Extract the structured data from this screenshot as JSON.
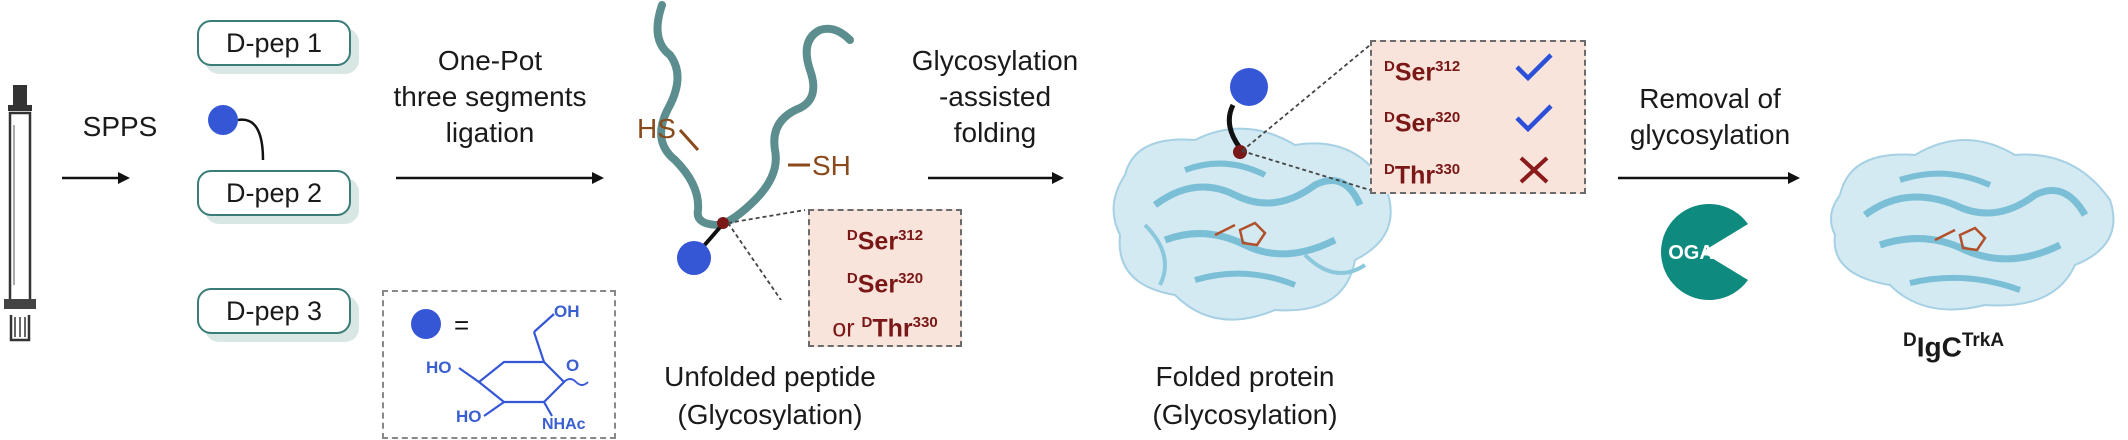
{
  "steps": {
    "spps": "SPPS",
    "ligation_line1": "One-Pot",
    "ligation_line2": "three segments",
    "ligation_line3": "ligation",
    "folding_line1": "Glycosylation",
    "folding_line2": "-assisted",
    "folding_line3": "folding",
    "removal_line1": "Removal of",
    "removal_line2": "glycosylation"
  },
  "peptides": [
    "D-pep 1",
    "D-pep 2",
    "D-pep 3"
  ],
  "thiols": {
    "left": "HS",
    "right": "SH"
  },
  "sites_unfolded": {
    "site1_sup": "D",
    "site1": "Ser",
    "site1_num": "312",
    "site2_sup": "D",
    "site2": "Ser",
    "site2_num": "320",
    "or_word": "or",
    "site3_sup": "D",
    "site3": "Thr",
    "site3_num": "330"
  },
  "sites_folded": {
    "site1_sup": "D",
    "site1": "Ser",
    "site1_num": "312",
    "site2_sup": "D",
    "site2": "Ser",
    "site2_num": "320",
    "site3_sup": "D",
    "site3": "Thr",
    "site3_num": "330"
  },
  "legend": {
    "equals": "=",
    "oh_top": "OH",
    "ho_mid": "HO",
    "ho_low": "HO",
    "o_ring": "O",
    "nhac": "NHAc"
  },
  "captions": {
    "unfolded_line1": "Unfolded peptide",
    "unfolded_line2": "(Glycosylation)",
    "folded_line1": "Folded protein",
    "folded_line2": "(Glycosylation)"
  },
  "enzyme": "OGA",
  "product": {
    "prefix_sup": "D",
    "name": "IgC",
    "suffix_sup": "TrkA"
  },
  "colors": {
    "peptide_strand": "#5d8e8f",
    "glycan": "#3557d6",
    "site_text": "#7a1717",
    "site_box": "#f9e4dc",
    "check": "#2b4fd8",
    "cross": "#8b1a1a",
    "oga": "#0e8a7e",
    "protein": "#a9d8e8"
  }
}
